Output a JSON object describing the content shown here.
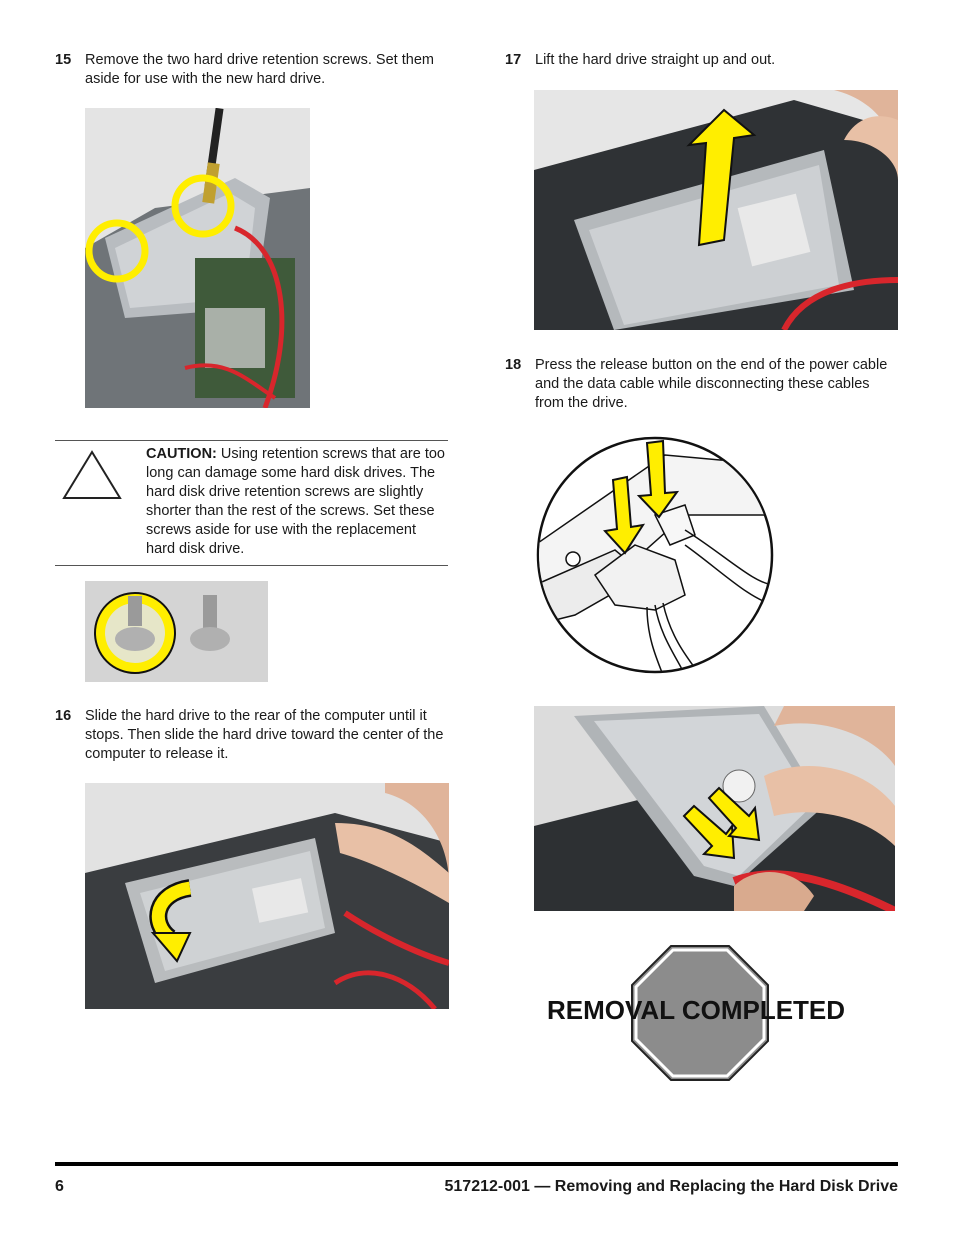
{
  "steps": {
    "s15": {
      "num": "15",
      "text": "Remove the two hard drive retention screws. Set them aside for use with the new hard drive."
    },
    "s16": {
      "num": "16",
      "text": "Slide the hard drive to the rear of the computer until it stops. Then slide the hard drive toward the center of the computer to release it."
    },
    "s17": {
      "num": "17",
      "text": "Lift the hard drive straight up and out."
    },
    "s18": {
      "num": "18",
      "text": "Press the release button on the end of the power cable and the data cable while disconnecting these cables from the drive."
    }
  },
  "caution": {
    "label": "CAUTION:",
    "text": "Using retention screws that are too long can damage some hard disk drives. The hard disk drive retention screws are slightly shorter than the rest of the screws. Set these screws aside for use with the replacement hard disk drive."
  },
  "stop_sign": {
    "text": "REMOVAL COMPLETED"
  },
  "footer": {
    "page": "6",
    "title": "517212-001 — Removing and Replacing the Hard Disk Drive"
  },
  "colors": {
    "highlight": "#ffee00",
    "cable": "#d8262c",
    "stop_sign": "#8c8c8c"
  }
}
